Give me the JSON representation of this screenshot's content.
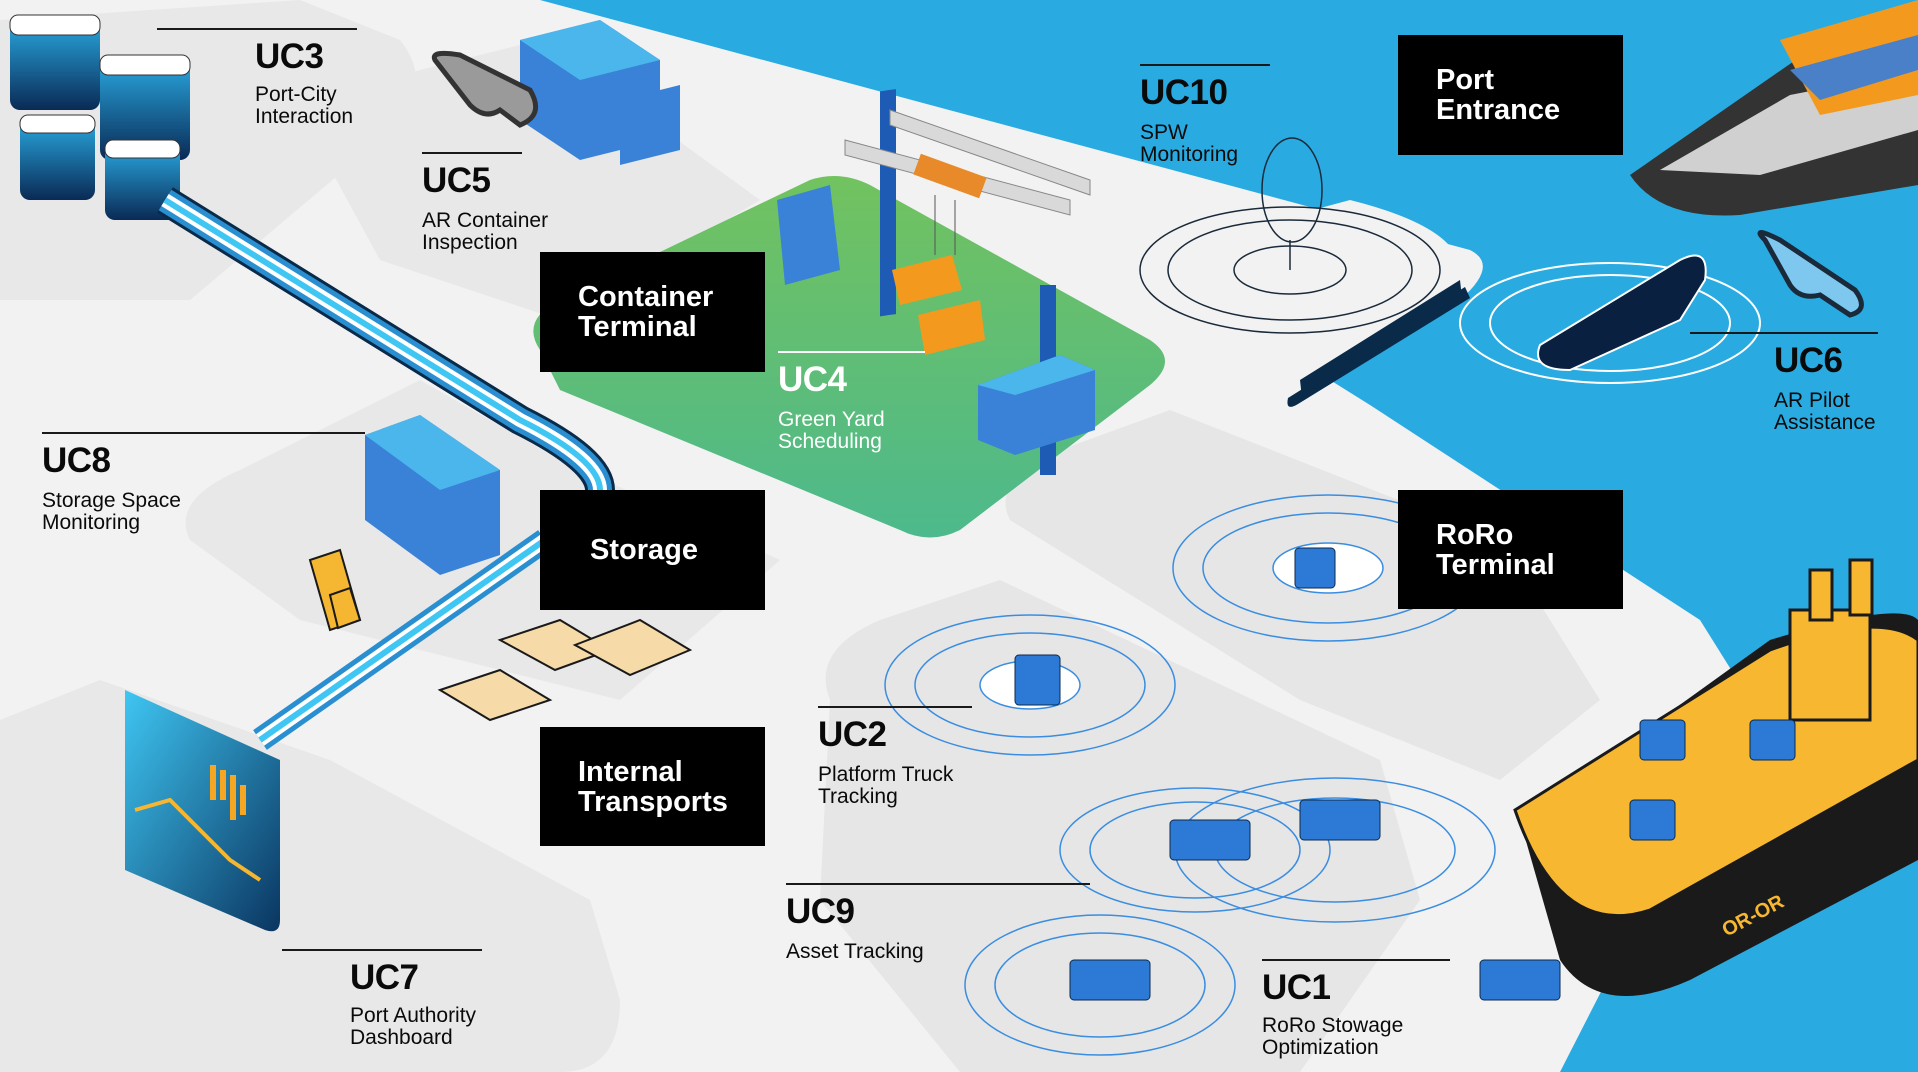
{
  "title": "Smart Port Use Cases Map",
  "colors": {
    "water": "#29abe2",
    "land": "#f2f2f2",
    "land_shade": "#e6e6e6",
    "green_yard": "#5dbb7c",
    "label_bg": "#000000",
    "label_text": "#ffffff",
    "pipe_light": "#35b8ea",
    "pipe_dark": "#0a2a4a",
    "roro_ship": "#f7b731",
    "signal_ring": "#3a8de0"
  },
  "areas": [
    {
      "id": "container-terminal",
      "label": "Container\nTerminal"
    },
    {
      "id": "storage",
      "label": "Storage"
    },
    {
      "id": "internal-transports",
      "label": "Internal\nTransports"
    },
    {
      "id": "port-entrance",
      "label": "Port\nEntrance"
    },
    {
      "id": "roro-terminal",
      "label": "RoRo\nTerminal"
    }
  ],
  "use_cases": [
    {
      "code": "UC1",
      "description": "RoRo Stowage\nOptimization"
    },
    {
      "code": "UC2",
      "description": "Platform Truck\nTracking"
    },
    {
      "code": "UC3",
      "description": "Port-City\nInteraction"
    },
    {
      "code": "UC4",
      "description": "Green Yard\nScheduling"
    },
    {
      "code": "UC5",
      "description": "AR Container\nInspection"
    },
    {
      "code": "UC6",
      "description": "AR Pilot\nAssistance"
    },
    {
      "code": "UC7",
      "description": "Port Authority\nDashboard"
    },
    {
      "code": "UC8",
      "description": "Storage Space\nMonitoring"
    },
    {
      "code": "UC9",
      "description": "Asset Tracking"
    },
    {
      "code": "UC10",
      "description": "SPW\nMonitoring"
    }
  ],
  "ship_text": "OR-OR"
}
